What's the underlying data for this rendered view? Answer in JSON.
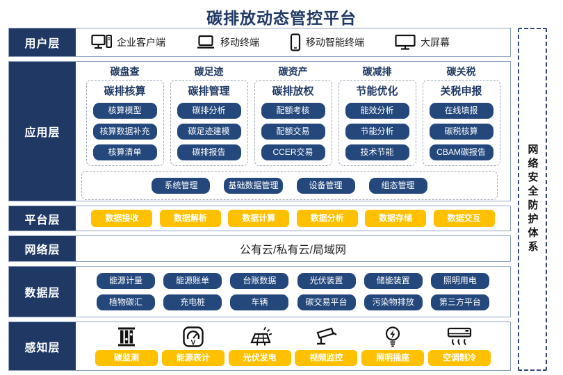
{
  "title": "碳排放动态管控平台",
  "security": {
    "label": "网络安全防护体系"
  },
  "colors": {
    "navy": "#1f3864",
    "pill_navy": "#24487c",
    "gold": "#ffc000",
    "border": "#8ea0bf"
  },
  "layers": {
    "user": {
      "label": "用户层",
      "items": [
        {
          "icon": "desktop-pc-icon",
          "label": "企业客户端"
        },
        {
          "icon": "laptop-icon",
          "label": "移动终端"
        },
        {
          "icon": "smartphone-icon",
          "label": "移动智能终端"
        },
        {
          "icon": "big-screen-icon",
          "label": "大屏幕"
        }
      ]
    },
    "application": {
      "label": "应用层",
      "columns": [
        {
          "header": "碳盘查",
          "subheader": "碳排核算",
          "items": [
            "核算模型",
            "核算数据补充",
            "核算清单"
          ]
        },
        {
          "header": "碳足迹",
          "subheader": "碳排管理",
          "items": [
            "碳排分析",
            "碳足迹建模",
            "碳排报告"
          ]
        },
        {
          "header": "碳资产",
          "subheader": "碳排放权",
          "items": [
            "配额考核",
            "配额交易",
            "CCER交易"
          ]
        },
        {
          "header": "碳减排",
          "subheader": "节能优化",
          "items": [
            "能效分析",
            "节能分析",
            "技术节能"
          ]
        },
        {
          "header": "碳关税",
          "subheader": "关税申报",
          "items": [
            "在线填报",
            "碳税核算",
            "CBAM碳报告"
          ]
        }
      ],
      "common": [
        "系统管理",
        "基础数据管理",
        "设备管理",
        "组态管理"
      ]
    },
    "platform": {
      "label": "平台层",
      "items": [
        "数据接收",
        "数据解析",
        "数据计算",
        "数据分析",
        "数据存储",
        "数据交互"
      ]
    },
    "network": {
      "label": "网络层",
      "text": "公有云/私有云/局域网"
    },
    "data": {
      "label": "数据层",
      "row1": [
        "能源计量",
        "能源账单",
        "台账数据",
        "光伏装置",
        "储能装置",
        "照明用电"
      ],
      "row2": [
        "植物碳汇",
        "充电桩",
        "车辆",
        "碳交易平台",
        "污染物排放",
        "第三方平台"
      ]
    },
    "perception": {
      "label": "感知层",
      "items": [
        {
          "icon": "carbon-monitor-icon",
          "label": "碳监测"
        },
        {
          "icon": "energy-meter-icon",
          "label": "能源表计"
        },
        {
          "icon": "solar-pv-icon",
          "label": "光伏发电"
        },
        {
          "icon": "cctv-camera-icon",
          "label": "视频监控"
        },
        {
          "icon": "light-bulb-icon",
          "label": "照明插座"
        },
        {
          "icon": "air-conditioner-icon",
          "label": "空调制冷"
        }
      ]
    }
  }
}
